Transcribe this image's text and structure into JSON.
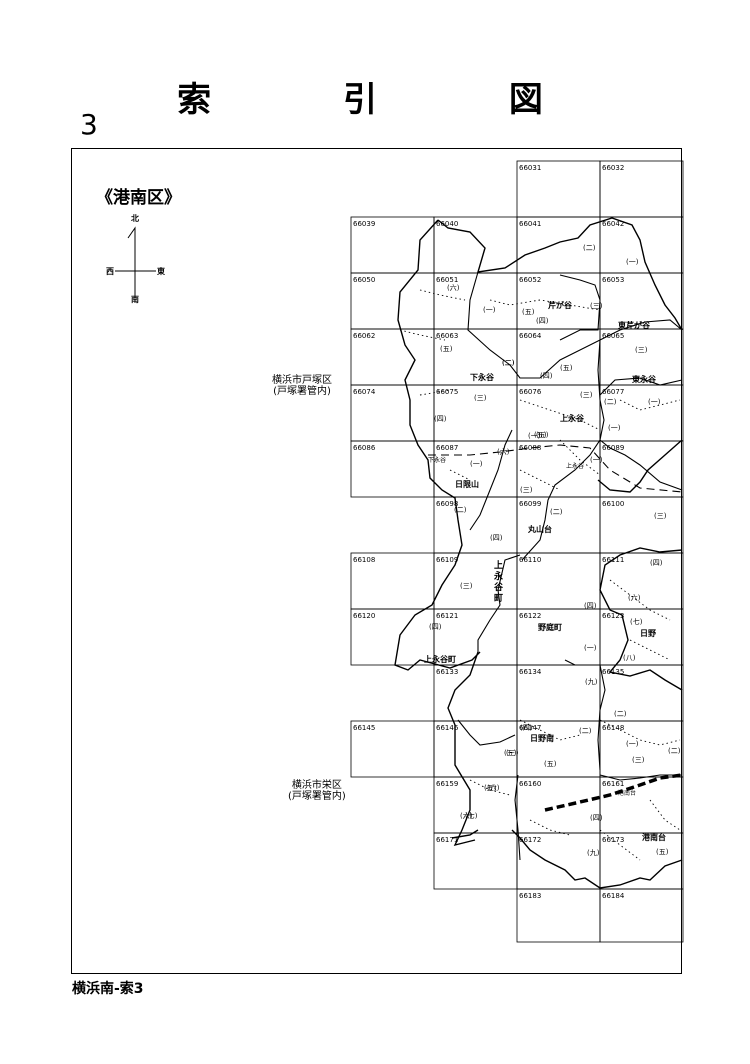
{
  "title": "索 引 図",
  "page_number": "3",
  "ward_label": "《港南区》",
  "compass": {
    "north": "北",
    "south": "南",
    "east": "東",
    "west": "西"
  },
  "external_labels": {
    "totsuka": {
      "line1": "横浜市戸塚区",
      "line2": "(戸塚署管内)"
    },
    "sakae": {
      "line1": "横浜市栄区",
      "line2": "(戸塚署管内)"
    }
  },
  "sheets": [
    "66031",
    "66032",
    "66039",
    "66040",
    "66041",
    "66042",
    "66050",
    "66051",
    "66052",
    "66053",
    "66062",
    "66063",
    "66064",
    "66065",
    "66074",
    "66075",
    "66076",
    "66077",
    "66086",
    "66087",
    "66088",
    "66089",
    "66098",
    "66099",
    "66100",
    "66108",
    "66109",
    "66110",
    "66111",
    "66120",
    "66121",
    "66122",
    "66123",
    "66133",
    "66134",
    "66135",
    "66145",
    "66146",
    "66147",
    "66148",
    "66159",
    "66160",
    "66161",
    "66171",
    "66172",
    "66173",
    "66183",
    "66184"
  ],
  "place_names": [
    "芹が谷",
    "東芹が谷",
    "下永谷",
    "東永谷",
    "上永谷",
    "日限山",
    "丸山台",
    "上永谷町",
    "野庭町",
    "日野",
    "上永谷町",
    "日野南",
    "港南台"
  ],
  "chome_marks": [
    "(一)",
    "(二)",
    "(三)",
    "(四)",
    "(五)",
    "(六)",
    "(七)",
    "(八)",
    "(九)"
  ],
  "station_labels": [
    "下永谷",
    "上永谷",
    "港南台"
  ],
  "footer": "横浜南-索3"
}
